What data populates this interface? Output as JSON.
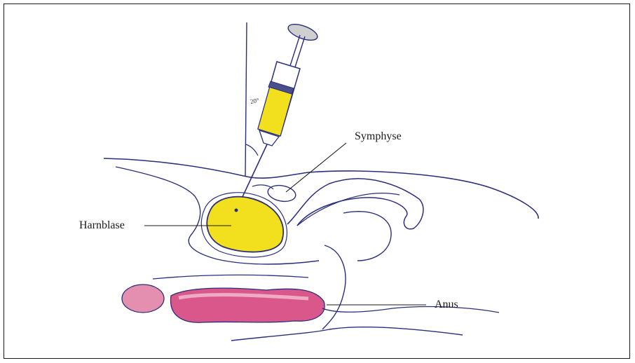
{
  "labels": {
    "symphyse": "Symphyse",
    "harnblase": "Harnblase",
    "anus": "Anus",
    "angle": "20°"
  },
  "colors": {
    "ink": "#2b2f7a",
    "urine_yellow": "#f2e01e",
    "tissue_pink": "#d9578a",
    "leader_line": "#1a1a1a"
  }
}
